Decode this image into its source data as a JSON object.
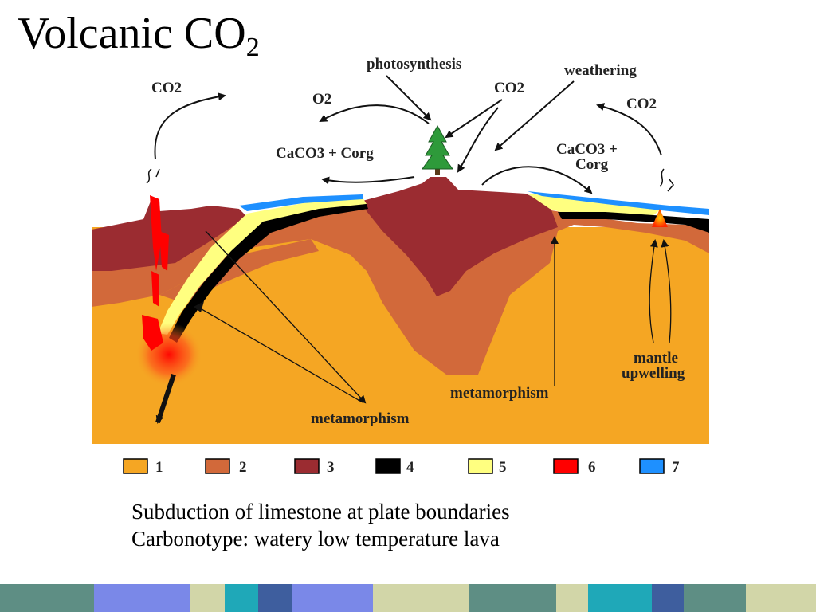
{
  "slide": {
    "title_main": "Volcanic CO",
    "title_sub": "2",
    "caption_lines": [
      "Subduction of limestone at plate boundaries",
      "Carbonotype: watery low temperature lava"
    ]
  },
  "diagram": {
    "labels": {
      "photosynthesis": "photosynthesis",
      "weathering": "weathering",
      "co2_left": "CO2",
      "co2_mid": "CO2",
      "co2_right": "CO2",
      "o2": "O2",
      "caco3_left": "CaCO3 + Corg",
      "caco3_right_1": "CaCO3 +",
      "caco3_right_2": "Corg",
      "metamorphism_center": "metamorphism",
      "metamorphism_bottom": "metamorphism",
      "mantle_1": "mantle",
      "mantle_2": "upwelling"
    },
    "legend": [
      {
        "num": "1",
        "color": "#f5a623"
      },
      {
        "num": "2",
        "color": "#d2693a"
      },
      {
        "num": "3",
        "color": "#9b2c31"
      },
      {
        "num": "4",
        "color": "#000000"
      },
      {
        "num": "5",
        "color": "#ffff80"
      },
      {
        "num": "6",
        "color": "#ff0000"
      },
      {
        "num": "7",
        "color": "#1e90ff"
      }
    ]
  },
  "footer": {
    "colors": [
      "#5e8e84",
      "#7a88e8",
      "#d2d6a8",
      "#1fa8b8",
      "#3e5e9e",
      "#7a88e8",
      "#d2d6a8",
      "#5e8e84",
      "#d2d6a8",
      "#1fa8b8",
      "#3e5e9e",
      "#5e8e84",
      "#d2d6a8"
    ]
  }
}
